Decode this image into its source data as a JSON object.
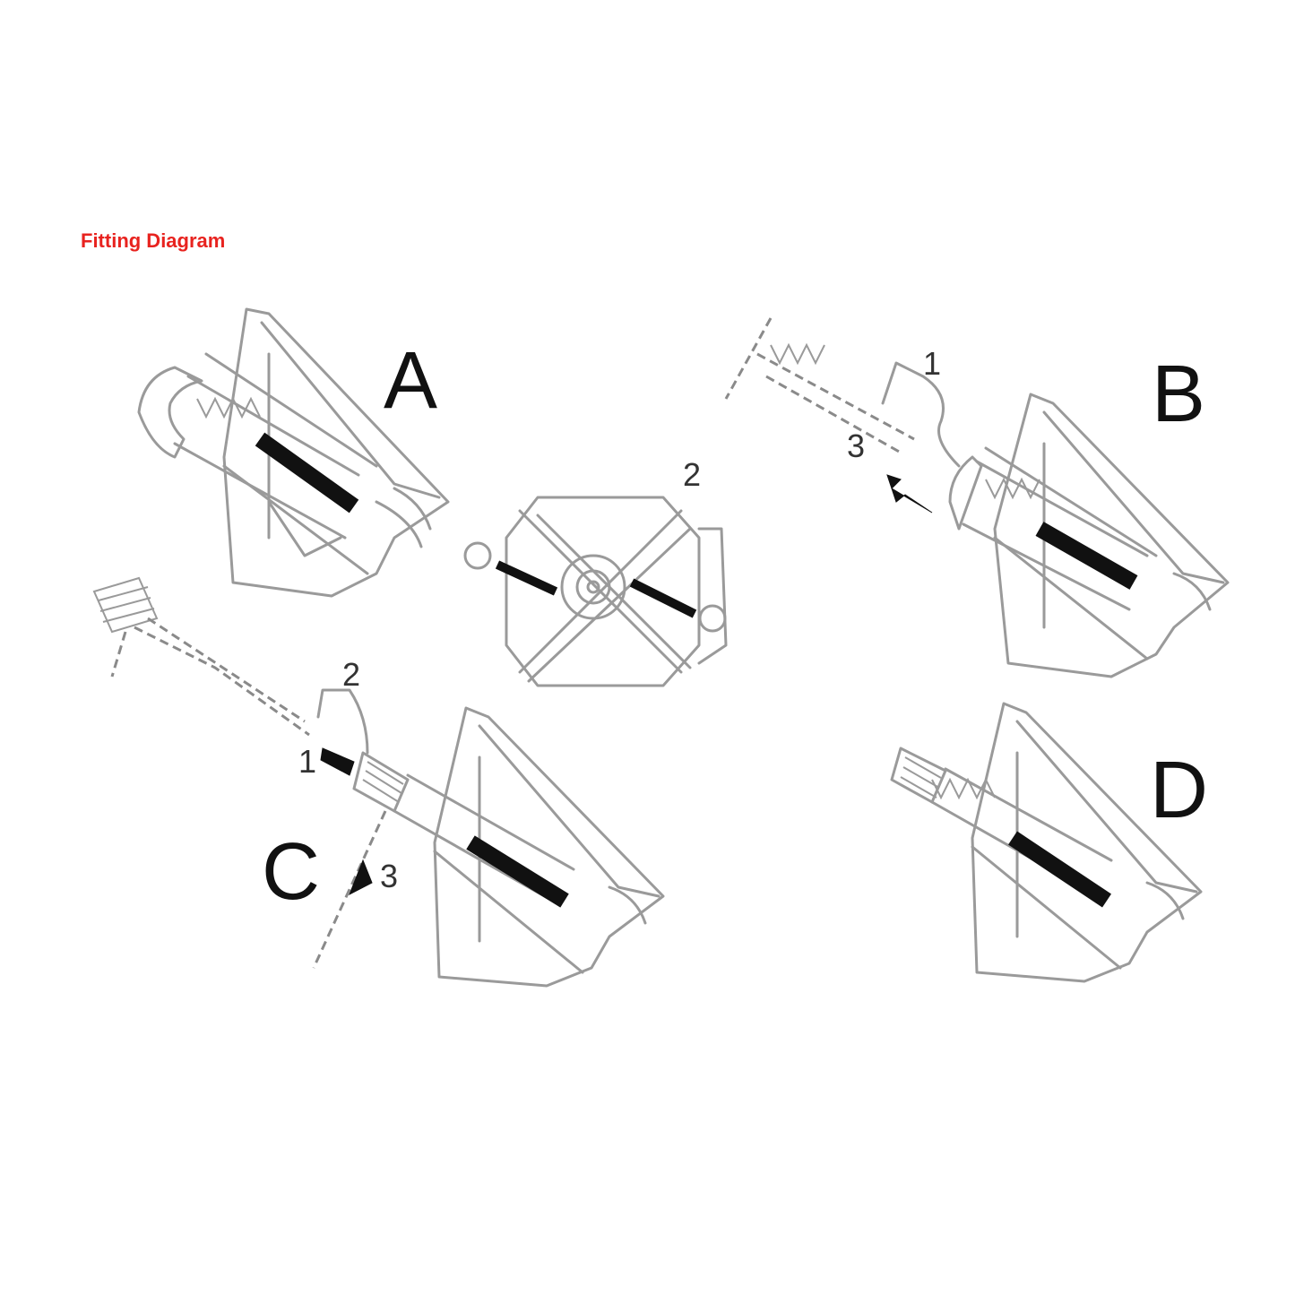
{
  "title": "Fitting Diagram",
  "colors": {
    "title": "#e8231f",
    "line": "#9a9a9a",
    "ink": "#111111"
  },
  "panels": {
    "a": {
      "label": "A"
    },
    "b": {
      "label": "B",
      "step1": "1",
      "step3": "3"
    },
    "c": {
      "label": "C",
      "step1": "1",
      "step2": "2",
      "step3": "3"
    },
    "d": {
      "label": "D"
    },
    "center": {
      "step": "2"
    }
  }
}
